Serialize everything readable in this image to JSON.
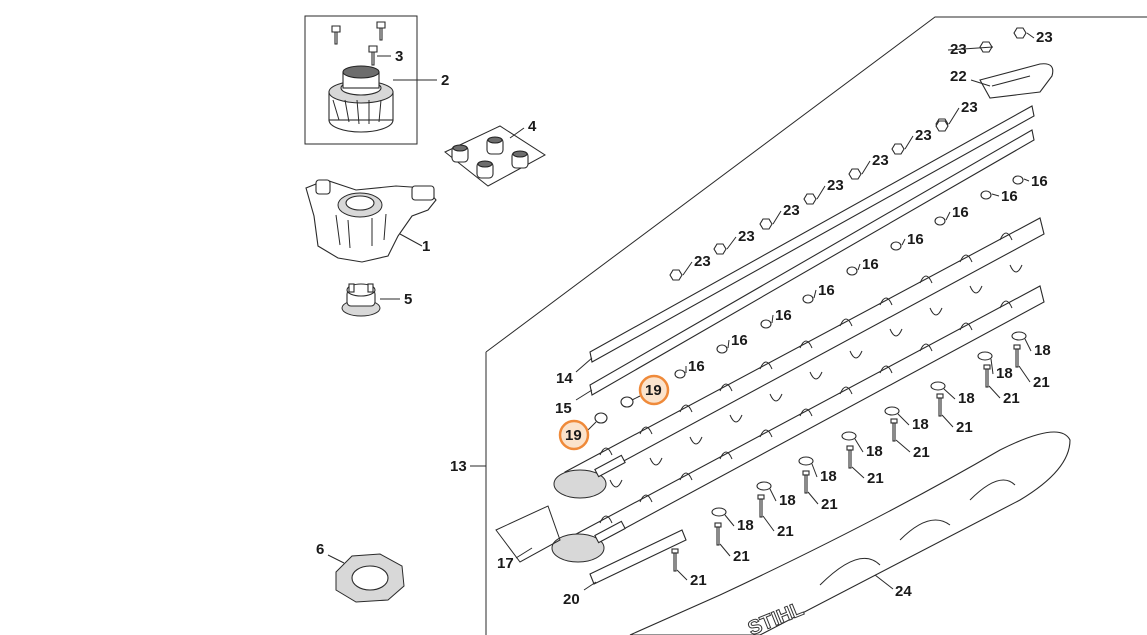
{
  "callouts": {
    "c1": "1",
    "c2": "2",
    "c3": "3",
    "c4": "4",
    "c5": "5",
    "c6": "6",
    "c13": "13",
    "c14": "14",
    "c15": "15",
    "c17": "17",
    "c20": "20",
    "c22": "22",
    "c24": "24",
    "c16": "16",
    "c18": "18",
    "c21": "21",
    "c23": "23"
  },
  "highlighted": {
    "label": "19",
    "ring_color": "#ef8a3a",
    "fill_color": "#fbe3cc"
  },
  "brand_mark": "STIHL"
}
